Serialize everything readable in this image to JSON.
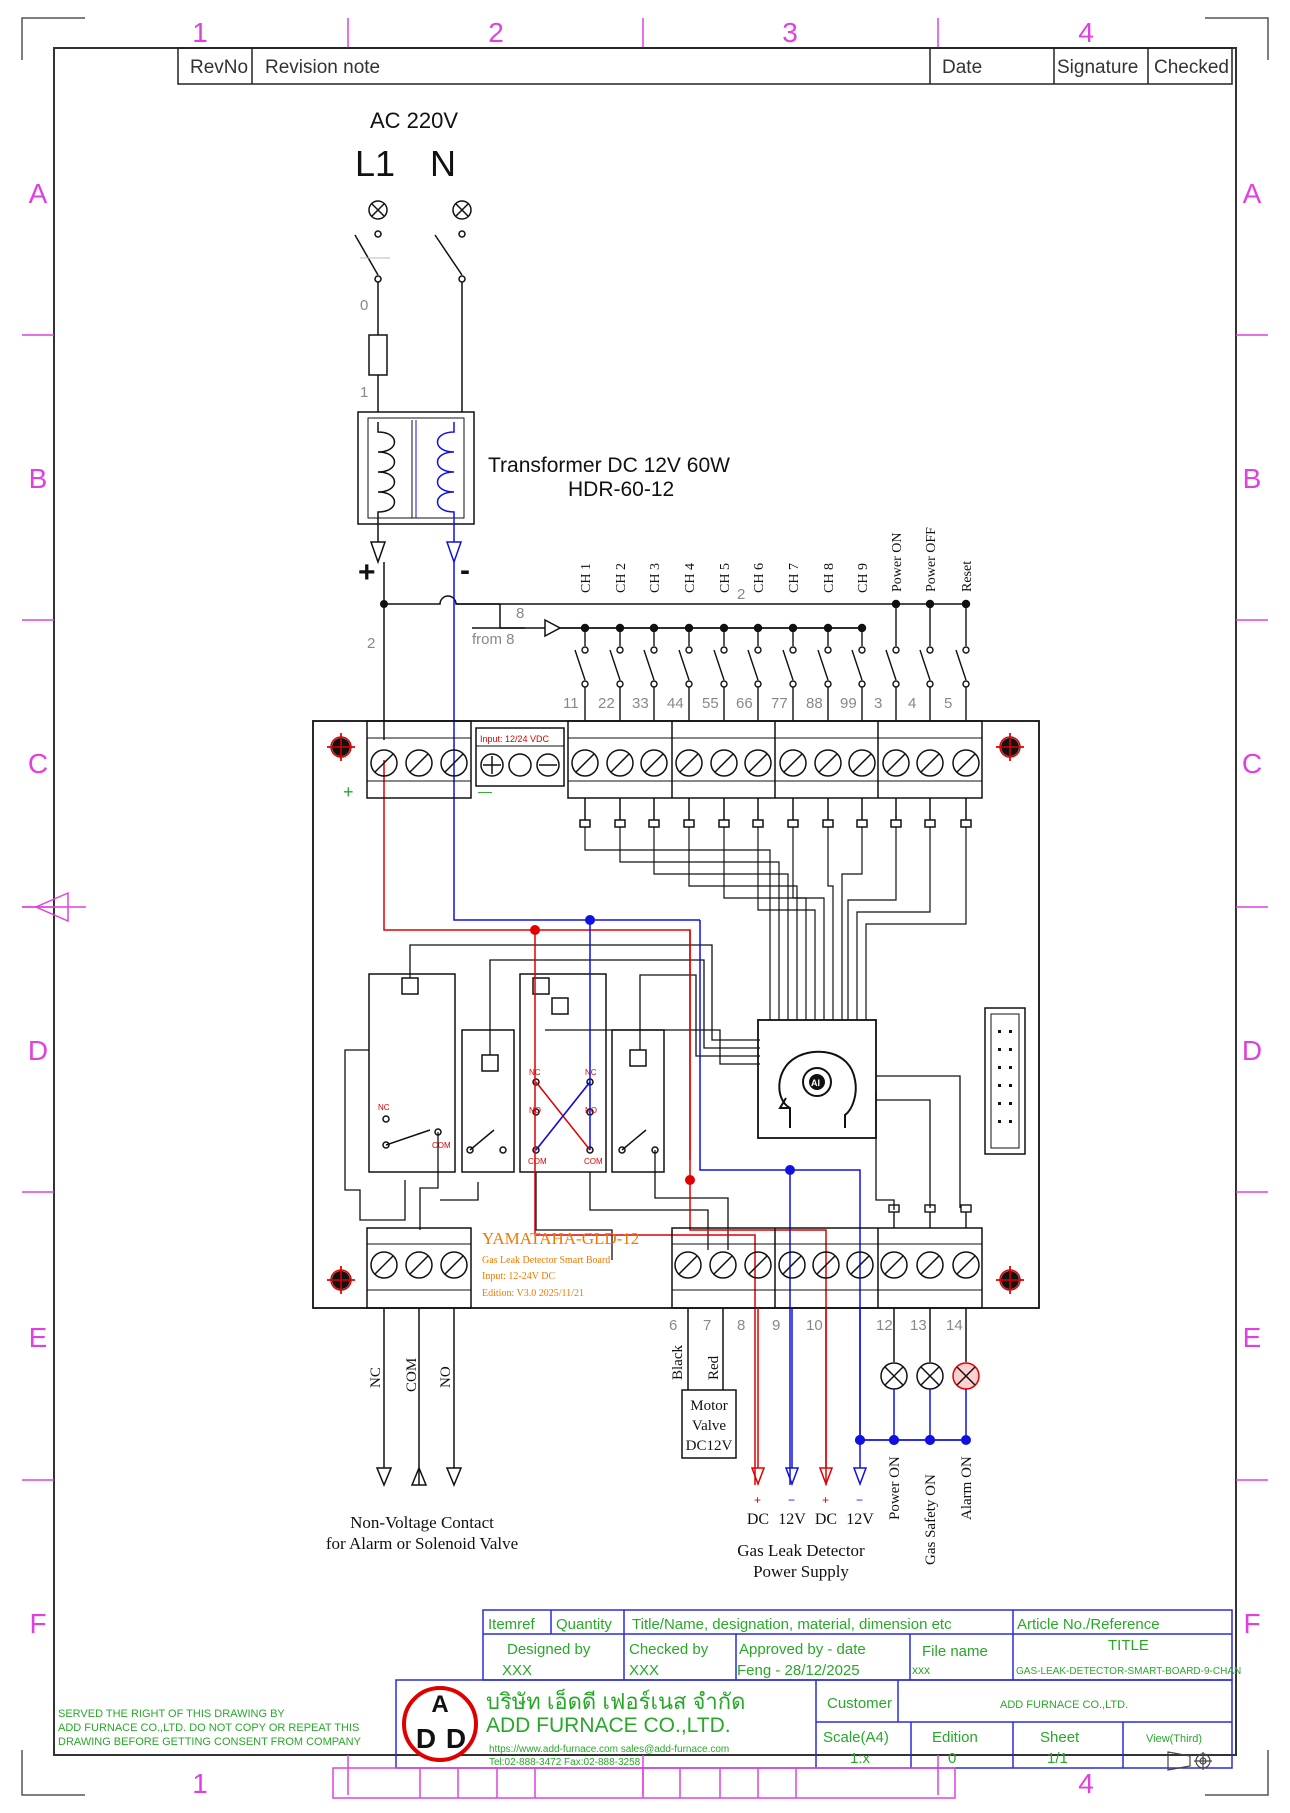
{
  "grid": {
    "columns": [
      "1",
      "2",
      "3",
      "4"
    ],
    "rows": [
      "A",
      "B",
      "C",
      "D",
      "E",
      "F"
    ]
  },
  "revision_table": {
    "rev_no": "RevNo",
    "note": "Revision note",
    "date": "Date",
    "signature": "Signature",
    "checked": "Checked"
  },
  "power_input": {
    "supply": "AC 220V",
    "l1": "L1",
    "n": "N",
    "wire_0": "0",
    "wire_1": "1",
    "wire_2": "2"
  },
  "transformer": {
    "title": "Transformer  DC 12V 60W",
    "model": "HDR-60-12",
    "plus": "+",
    "minus": "-"
  },
  "inputs": {
    "labels": [
      "CH 1",
      "CH 2",
      "CH 3",
      "CH 4",
      "CH 5",
      "CH 6",
      "CH 7",
      "CH 8",
      "CH 9",
      "Power ON",
      "Power OFF",
      "Reset"
    ],
    "wire_numbers": [
      "11",
      "22",
      "33",
      "44",
      "55",
      "66",
      "77",
      "88",
      "99",
      "3",
      "4",
      "5"
    ],
    "bus_wire": "8",
    "bus_from": "from 8",
    "bus_mid": "2"
  },
  "board": {
    "power_terminal_label": "Input: 12/24 VDC",
    "plus_mark": "+",
    "minus_mark": "—",
    "name": "YAMATAHA-GLD-12",
    "line1": "Gas Leak Detector Smart Board",
    "line2": "Input: 12-24V DC",
    "line3": "Edition: V3.0 2025/11/21",
    "relay_nc": "NC",
    "relay_no": "NO",
    "relay_com": "COM",
    "chip_label": "AI"
  },
  "outputs": {
    "wire_numbers": [
      "6",
      "7",
      "8",
      "9",
      "10",
      "12",
      "13",
      "14"
    ],
    "black": "Black",
    "red": "Red",
    "motor_valve": [
      "Motor",
      "Valve",
      "DC12V"
    ],
    "plus": "+",
    "minus": "−",
    "dc_labels": [
      "DC",
      "12V",
      "DC",
      "12V"
    ],
    "supply_caption_1": "Gas Leak Detector",
    "supply_caption_2": "Power Supply",
    "lamps": [
      "Power ON",
      "Gas Safety ON",
      "Alarm ON"
    ]
  },
  "contact": {
    "labels": [
      "NC",
      "COM",
      "NO"
    ],
    "caption_1": "Non-Voltage Contact",
    "caption_2": "for Alarm or Solenoid Valve"
  },
  "title_block": {
    "itemref": "Itemref",
    "quantity": "Quantity",
    "title_name": "Title/Name, designation, material, dimension etc",
    "article": "Article No./Reference",
    "designed_by": "Designed by",
    "designed_val": "XXX",
    "checked_by": "Checked by",
    "checked_val": "XXX",
    "approved_by": "Approved by - date",
    "approved_val": "Feng - 28/12/2025",
    "file_name": "File name",
    "file_val": "xxx",
    "title_hdr": "TITLE",
    "title_val": "GAS-LEAK-DETECTOR-SMART-BOARD-9-CHAN",
    "company_th": "บริษัท เอ็ดดี เฟอร์เนส จำกัด",
    "company_en": "ADD FURNACE CO.,LTD.",
    "company_web": "https://www.add-furnace.com    sales@add-furnace.com",
    "company_tel": "Tel:02-888-3472  Fax:02-888-3258",
    "customer": "Customer",
    "customer_val": "ADD FURNACE CO.,LTD.",
    "scale": "Scale(A4)",
    "scale_val": "1:x",
    "edition": "Edition",
    "edition_val": "0",
    "sheet": "Sheet",
    "sheet_val": "1/1",
    "view": "View(Third)",
    "logo_letters": [
      "A",
      "D",
      "D"
    ],
    "notice_1": "SERVED THE RIGHT OF THIS DRAWING BY",
    "notice_2": "ADD FURNACE CO.,LTD. DO NOT COPY OR REPEAT THIS",
    "notice_3": "DRAWING BEFORE GETTING CONSENT FROM COMPANY"
  },
  "colors": {
    "frame": "#555555",
    "grid": "#e040e0",
    "title_block": "#2b2bd8",
    "title_text": "#28a828",
    "wire_pos": "#e00000",
    "wire_neg": "#1010e0",
    "board_text": "#f07800",
    "ink": "#111111",
    "wire_label": "#888888"
  }
}
